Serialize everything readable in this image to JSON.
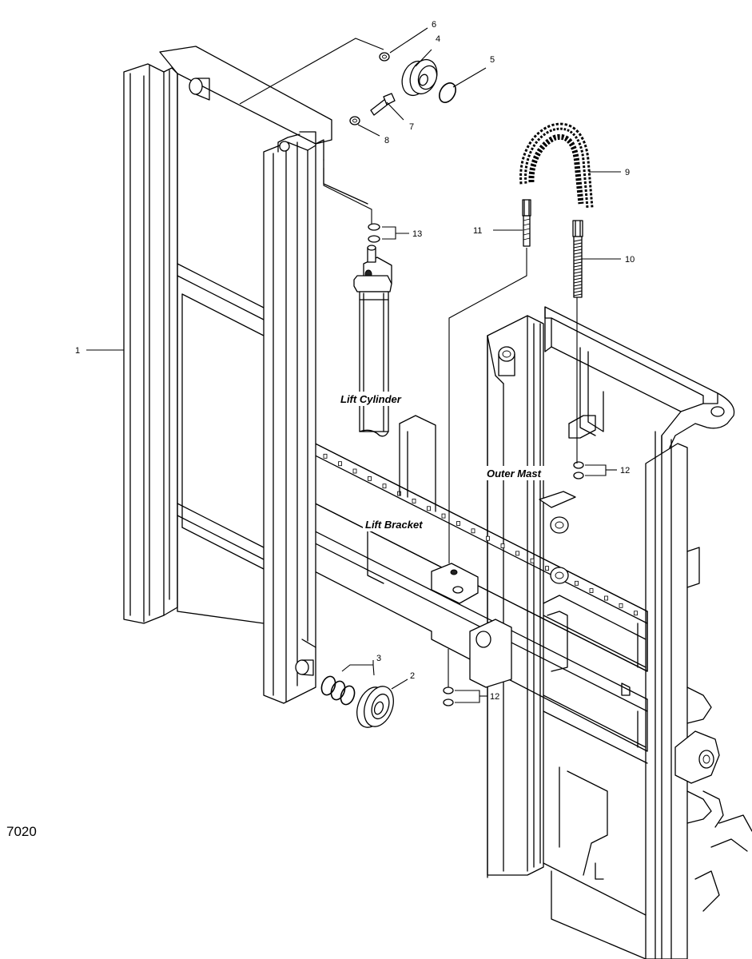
{
  "diagram": {
    "drawing_number": "7020",
    "part_labels": {
      "lift_cylinder": "Lift Cylinder",
      "outer_mast": "Outer Mast",
      "lift_bracket": "Lift Bracket"
    },
    "callouts": {
      "c1": "1",
      "c2": "2",
      "c3": "3",
      "c4": "4",
      "c5": "5",
      "c6": "6",
      "c7": "7",
      "c8": "8",
      "c9": "9",
      "c10": "10",
      "c11": "11",
      "c12a": "12",
      "c12b": "12",
      "c13": "13"
    }
  }
}
